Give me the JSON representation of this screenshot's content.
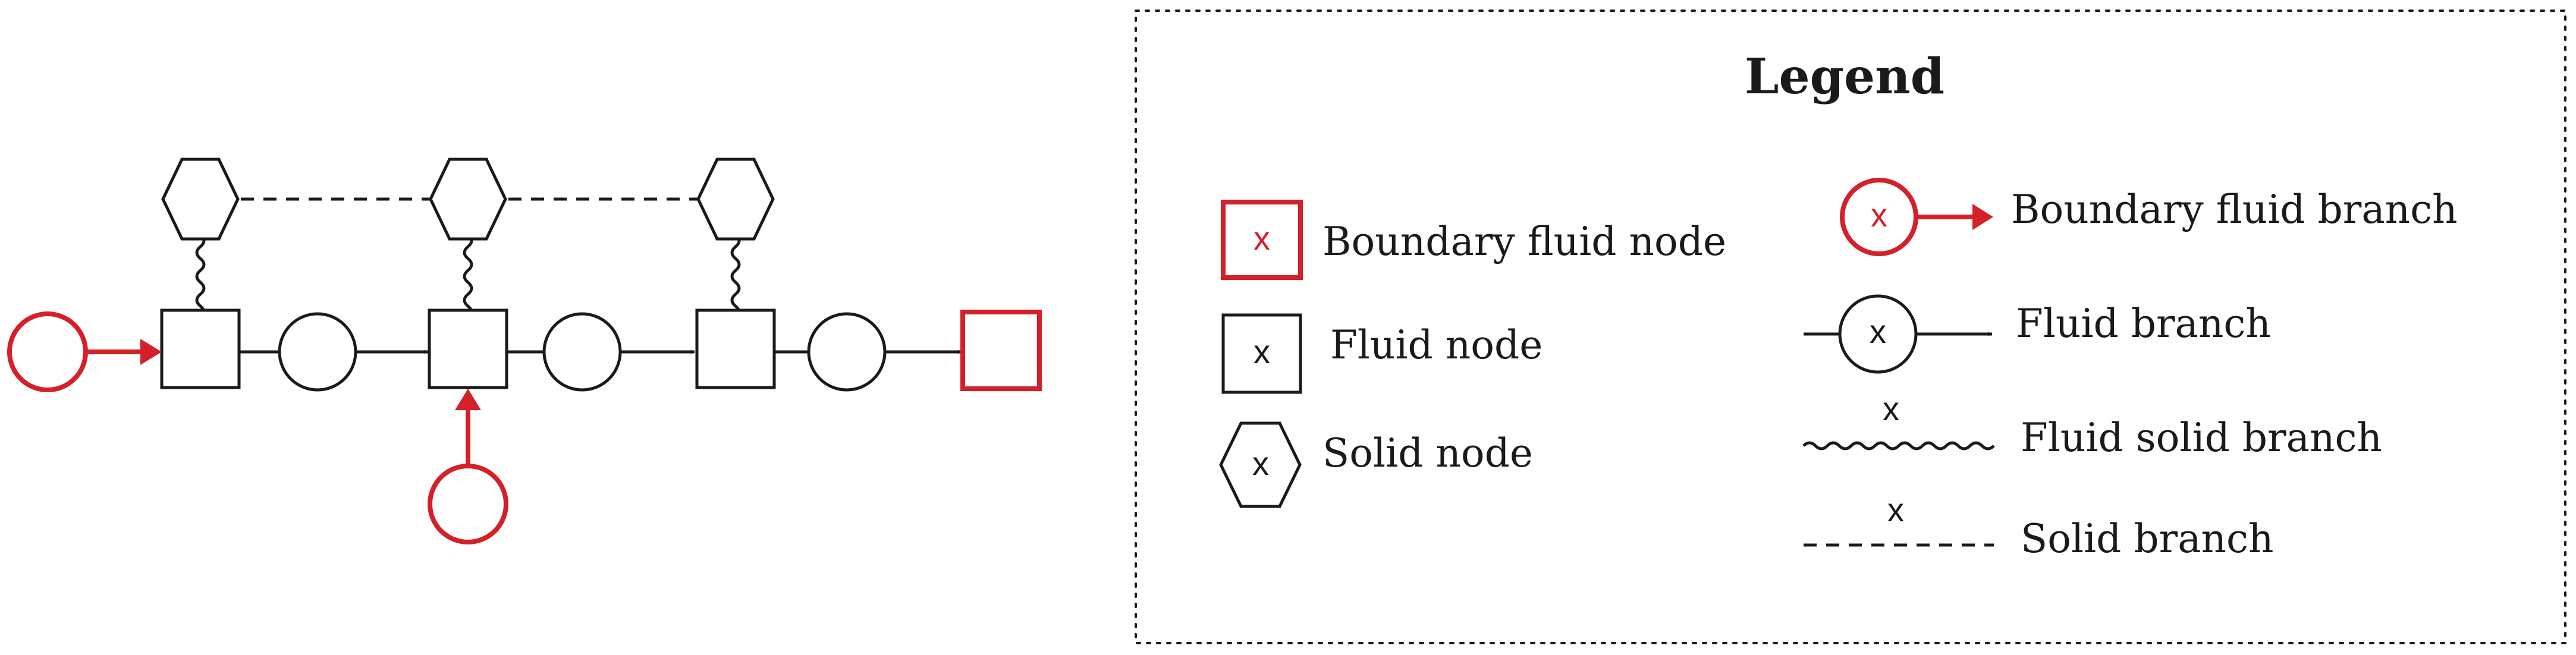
{
  "colors": {
    "boundary": "#d42029",
    "ink": "#1a1a1a",
    "background": "#ffffff"
  },
  "legend": {
    "title": "Legend",
    "items": {
      "boundary_fluid_node": {
        "symbol_text": "x",
        "label": "Boundary fluid node"
      },
      "fluid_node": {
        "symbol_text": "x",
        "label": "Fluid node"
      },
      "solid_node": {
        "symbol_text": "x",
        "label": "Solid node"
      },
      "boundary_fluid_branch": {
        "symbol_text": "x",
        "label": "Boundary fluid branch"
      },
      "fluid_branch": {
        "symbol_text": "x",
        "label": "Fluid branch"
      },
      "fluid_solid_branch": {
        "symbol_text": "x",
        "label": "Fluid solid branch"
      },
      "solid_branch": {
        "symbol_text": "x",
        "label": "Solid branch"
      }
    }
  }
}
